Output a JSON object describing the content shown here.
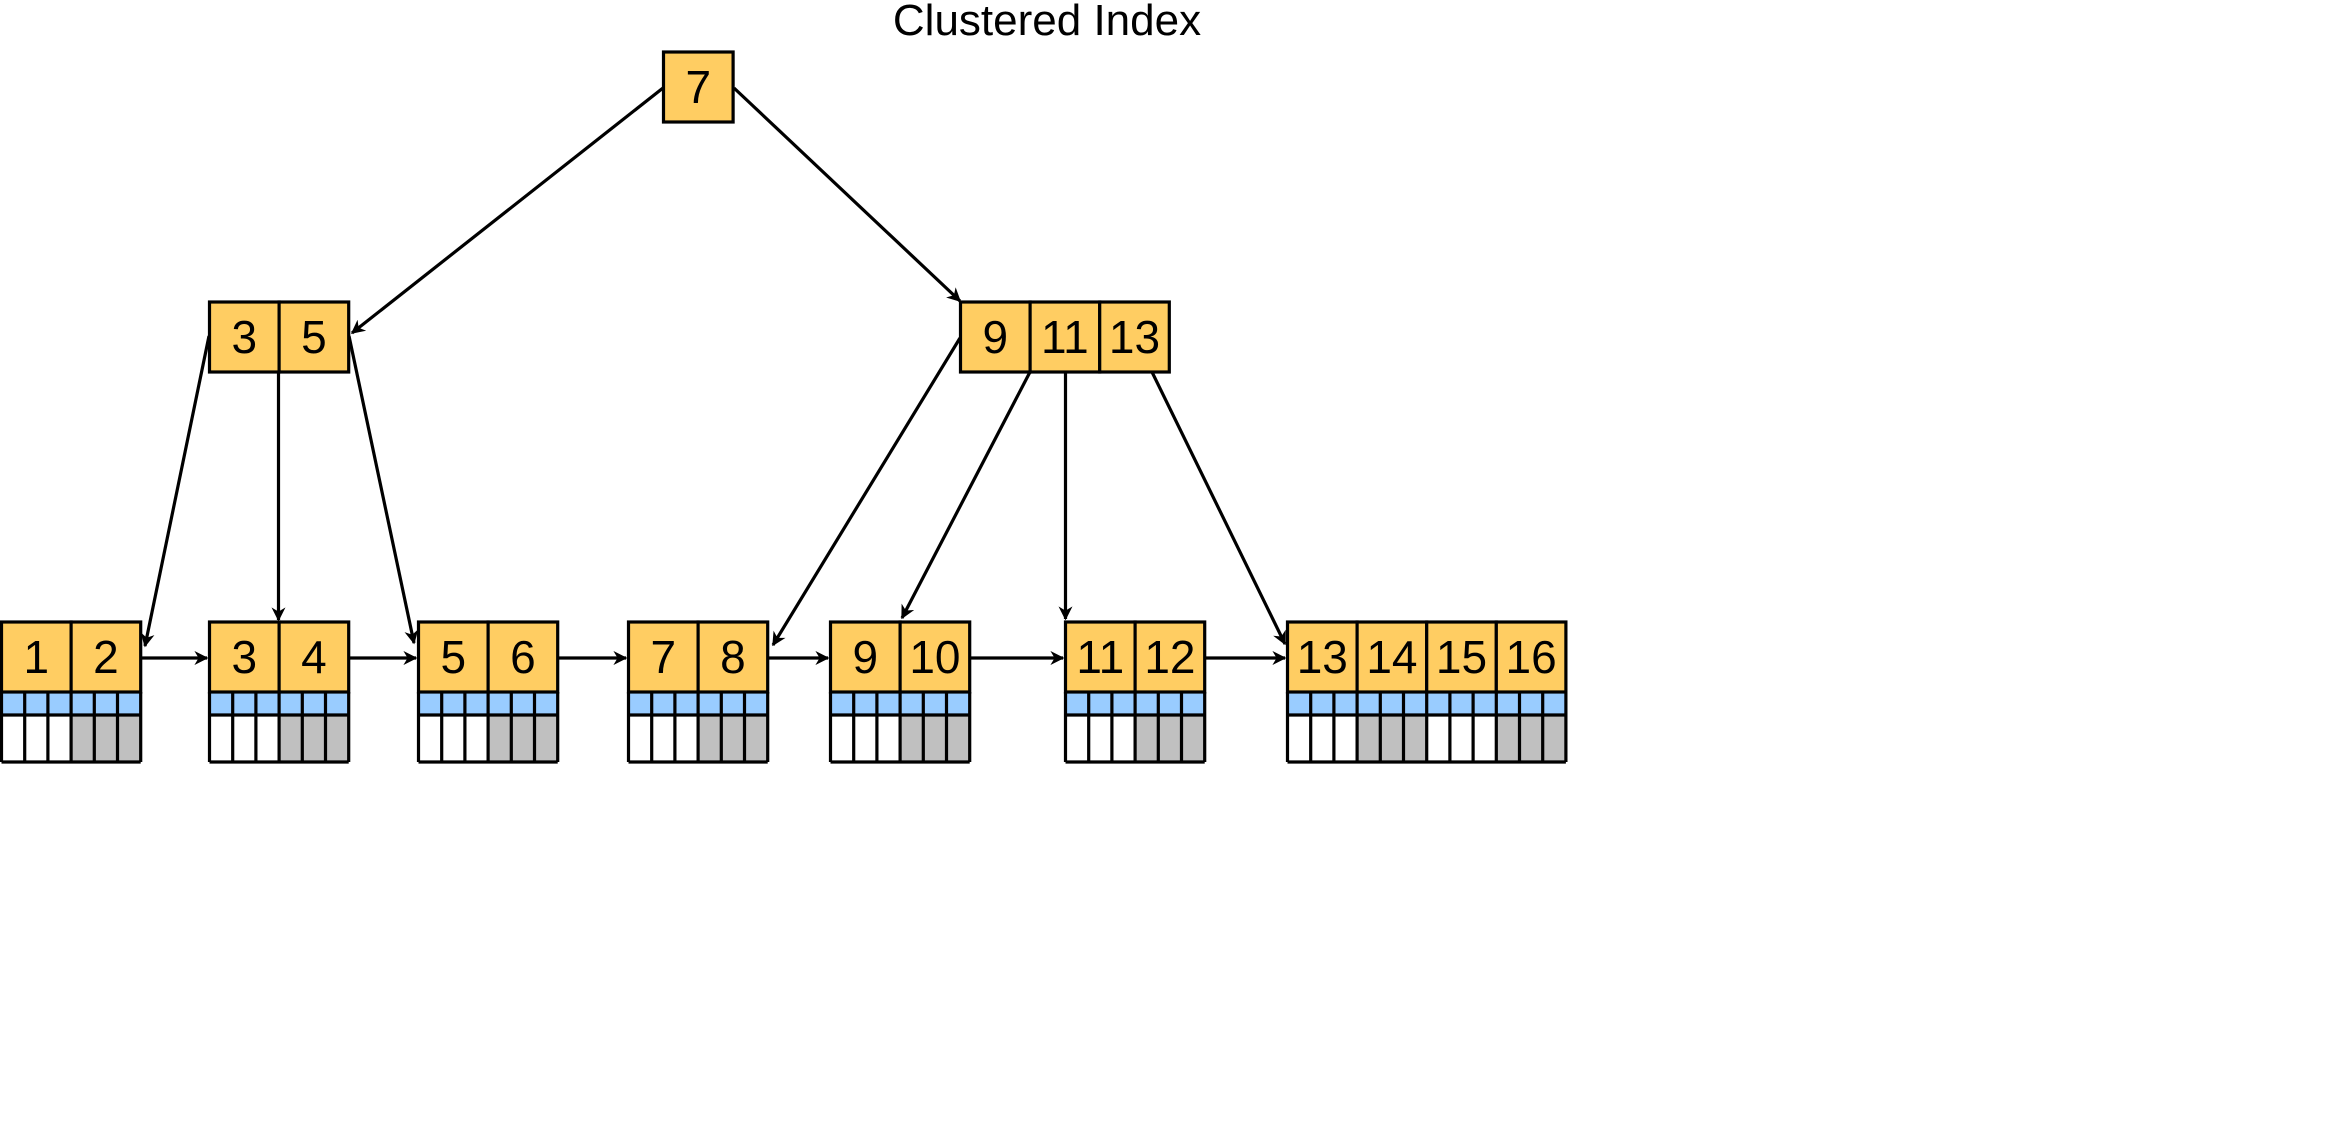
{
  "title": "Clustered Index",
  "colors": {
    "key_fill": "#FFCD62",
    "row_header_fill": "#99CCFF",
    "row_data_fill": "#FFFFFF",
    "row_shaded_fill": "#C0C0C0",
    "line": "#000000",
    "background": "#FFFFFF"
  },
  "tree": {
    "root": {
      "keys": [
        "7"
      ]
    },
    "internal": [
      {
        "keys": [
          "3",
          "5"
        ]
      },
      {
        "keys": [
          "9",
          "11",
          "13"
        ]
      }
    ],
    "leaves": [
      {
        "keys": [
          "1",
          "2"
        ]
      },
      {
        "keys": [
          "3",
          "4"
        ]
      },
      {
        "keys": [
          "5",
          "6"
        ]
      },
      {
        "keys": [
          "7",
          "8"
        ]
      },
      {
        "keys": [
          "9",
          "10"
        ]
      },
      {
        "keys": [
          "11",
          "12"
        ]
      },
      {
        "keys": [
          "13",
          "14",
          "15",
          "16"
        ]
      }
    ]
  }
}
